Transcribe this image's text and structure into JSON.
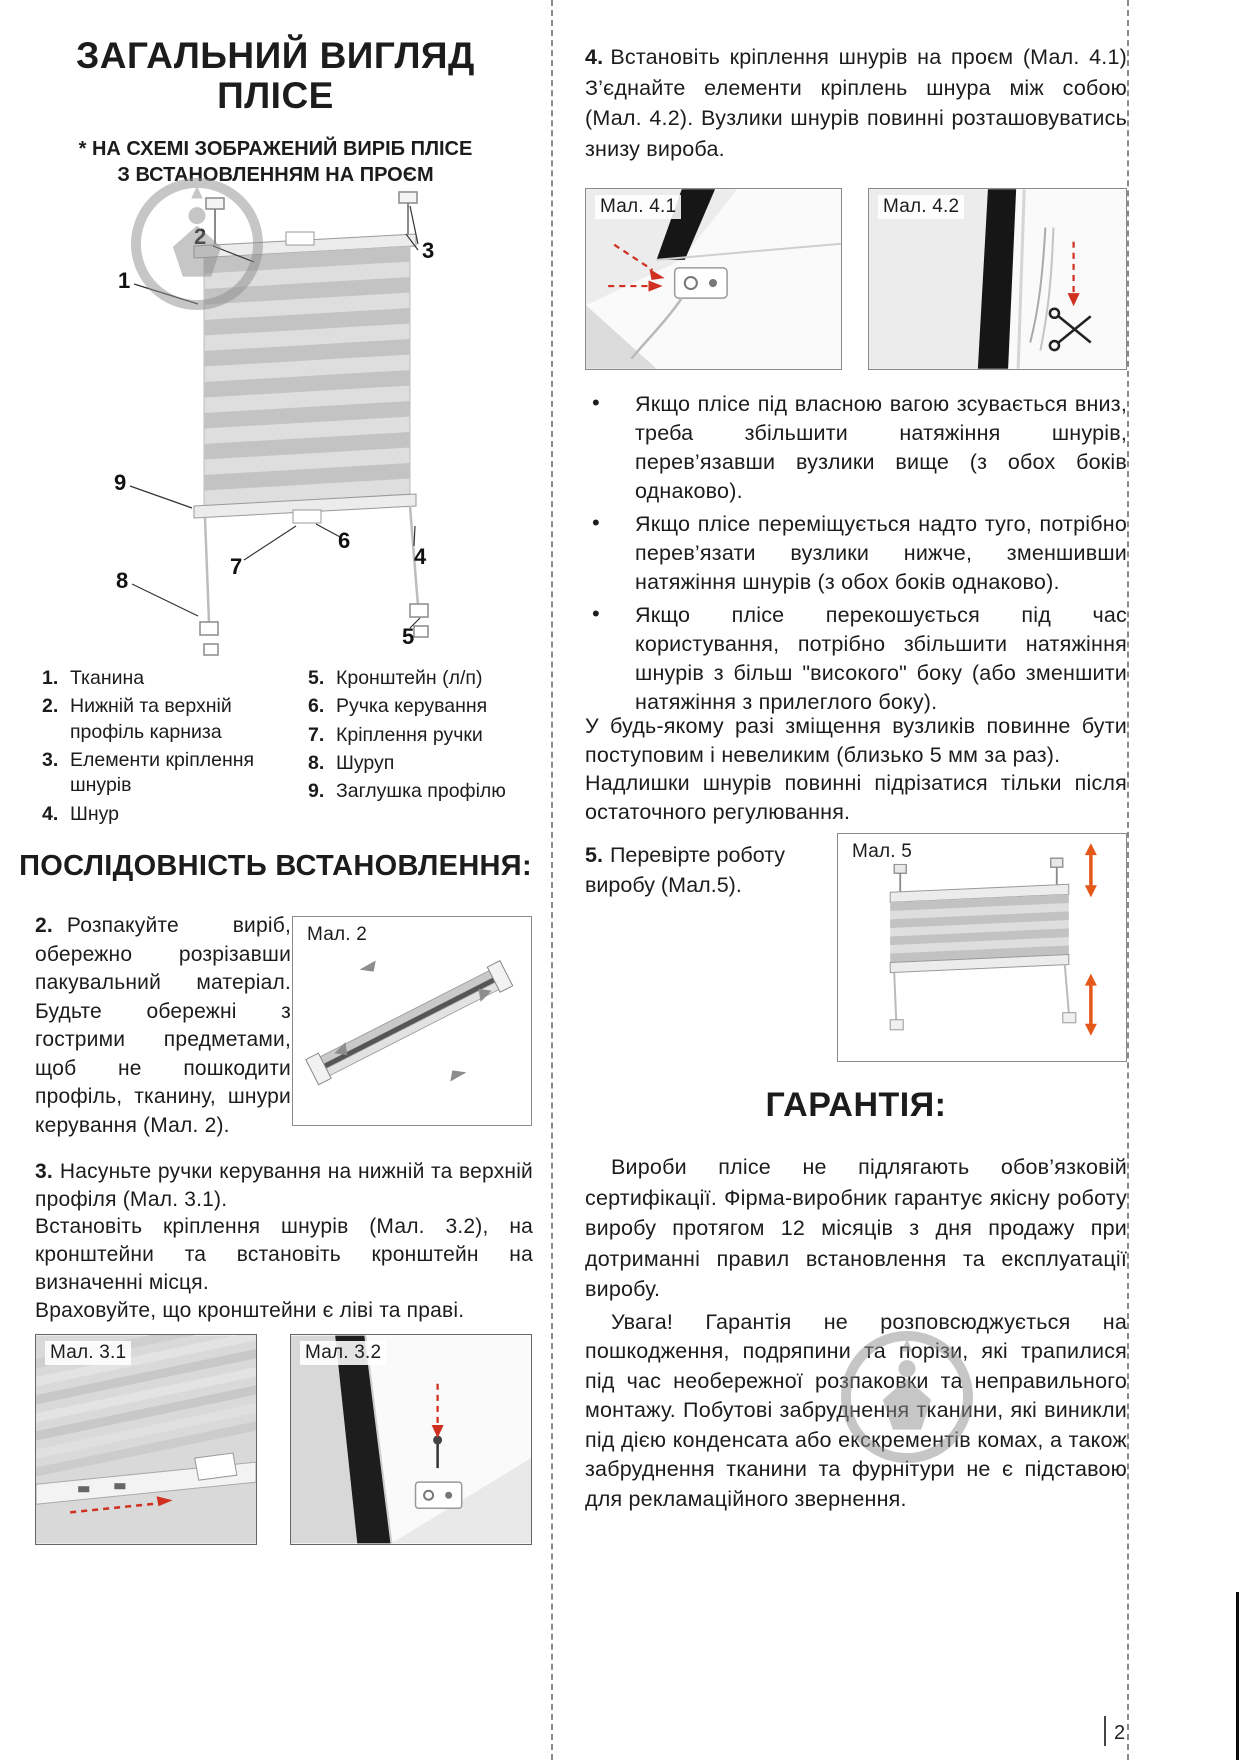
{
  "page": {
    "number": "2"
  },
  "left": {
    "title": {
      "line1": "ЗАГАЛЬНИЙ ВИГЛЯД",
      "line2": "ПЛІСЕ"
    },
    "subtitle": {
      "line1": "* НА СХЕМІ ЗОБРАЖЕНИЙ ВИРІБ ПЛІСЕ",
      "line2": "З ВСТАНОВЛЕННЯМ НА ПРОЄМ"
    },
    "diagram": {
      "labels": [
        "1",
        "2",
        "3",
        "4",
        "5",
        "6",
        "7",
        "8",
        "9"
      ]
    },
    "legend_col1": [
      {
        "num": "1.",
        "text": "Тканина"
      },
      {
        "num": "2.",
        "text": "Нижній та верхній профіль карниза"
      },
      {
        "num": "3.",
        "text": "Елементи кріплення шнурів"
      },
      {
        "num": "4.",
        "text": "Шнур"
      }
    ],
    "legend_col2": [
      {
        "num": "5.",
        "text": "Кронштейн (л/п)"
      },
      {
        "num": "6.",
        "text": "Ручка керування"
      },
      {
        "num": "7.",
        "text": "Кріплення ручки"
      },
      {
        "num": "8.",
        "text": "Шуруп"
      },
      {
        "num": "9.",
        "text": "Заглушка профілю"
      }
    ],
    "section_title": "ПОСЛІДОВНІСТЬ ВСТАНОВЛЕННЯ:",
    "step2": {
      "num": "2.",
      "text": "Розпакуйте виріб, обережно розрізавши пакувальний матеріал. Будьте обережні з гострими предметами, щоб не пошкодити профіль, тканину, шнури керування (Мал. 2)."
    },
    "fig2_label": "Мал. 2",
    "step3": {
      "num": "3.",
      "p1": "Насуньте ручки керування на нижній та верхній профіля (Мал. 3.1).",
      "p2": "Встановіть кріплення шнурів (Мал. 3.2), на кронштейни та встановіть кронштейн на визначенні місця.",
      "p3": "Враховуйте, що кронштейни є ліві та праві."
    },
    "fig31_label": "Мал. 3.1",
    "fig32_label": "Мал. 3.2"
  },
  "right": {
    "step4": {
      "num": "4.",
      "text": "Встановіть кріплення шнурів на проєм (Мал. 4.1) З’єднайте елементи кріплень шнура між собою (Мал. 4.2). Вузлики шнурів повинні розташовуватись знизу вироба."
    },
    "fig41_label": "Мал. 4.1",
    "fig42_label": "Мал. 4.2",
    "bullet_char": "•",
    "bullets": [
      "Якщо плісе під власною вагою зсувається вниз, треба збільшити натяжіння шнурів, перев’язавши вузлики вище (з обох боків однаково).",
      "Якщо плісе переміщується надто туго, потрібно перев’язати вузлики нижче, зменшивши натяжіння шнурів (з обох боків однаково).",
      "Якщо плісе перекошується під час користування, потрібно збільшити натяжіння шнурів з більш \"високого\" боку (або зменшити натяжіння з прилеглого боку)."
    ],
    "adjust_note": {
      "p1": "У будь-якому разі зміщення вузликів повинне бути поступовим і невеликим (близько 5 мм за раз).",
      "p2": "Надлишки шнурів повинні підрізатися тільки після остаточного регулювання."
    },
    "step5": {
      "num": "5.",
      "text": "Перевірте роботу виробу (Мал.5)."
    },
    "fig5_label": "Мал. 5",
    "warranty": {
      "title": "ГАРАНТІЯ:",
      "p1": "Вироби плісе не підлягають обов’язковій сертифікації. Фірма-виробник гарантує якісну роботу виробу протягом 12 місяців з дня продажу при дотриманні правил встановлення та експлуатації виробу.",
      "p2": "Увага! Гарантія не розповсюджується на пошкодження, подряпини та порізи, які трапилися під час необережної розпаковки та неправильного монтажу. Побутові забруднення тканини, які виникли під дією конденсата або екскрементів комах, а також забруднення тканини та фурнітури не є підставою для рекламаційного звернення."
    }
  }
}
